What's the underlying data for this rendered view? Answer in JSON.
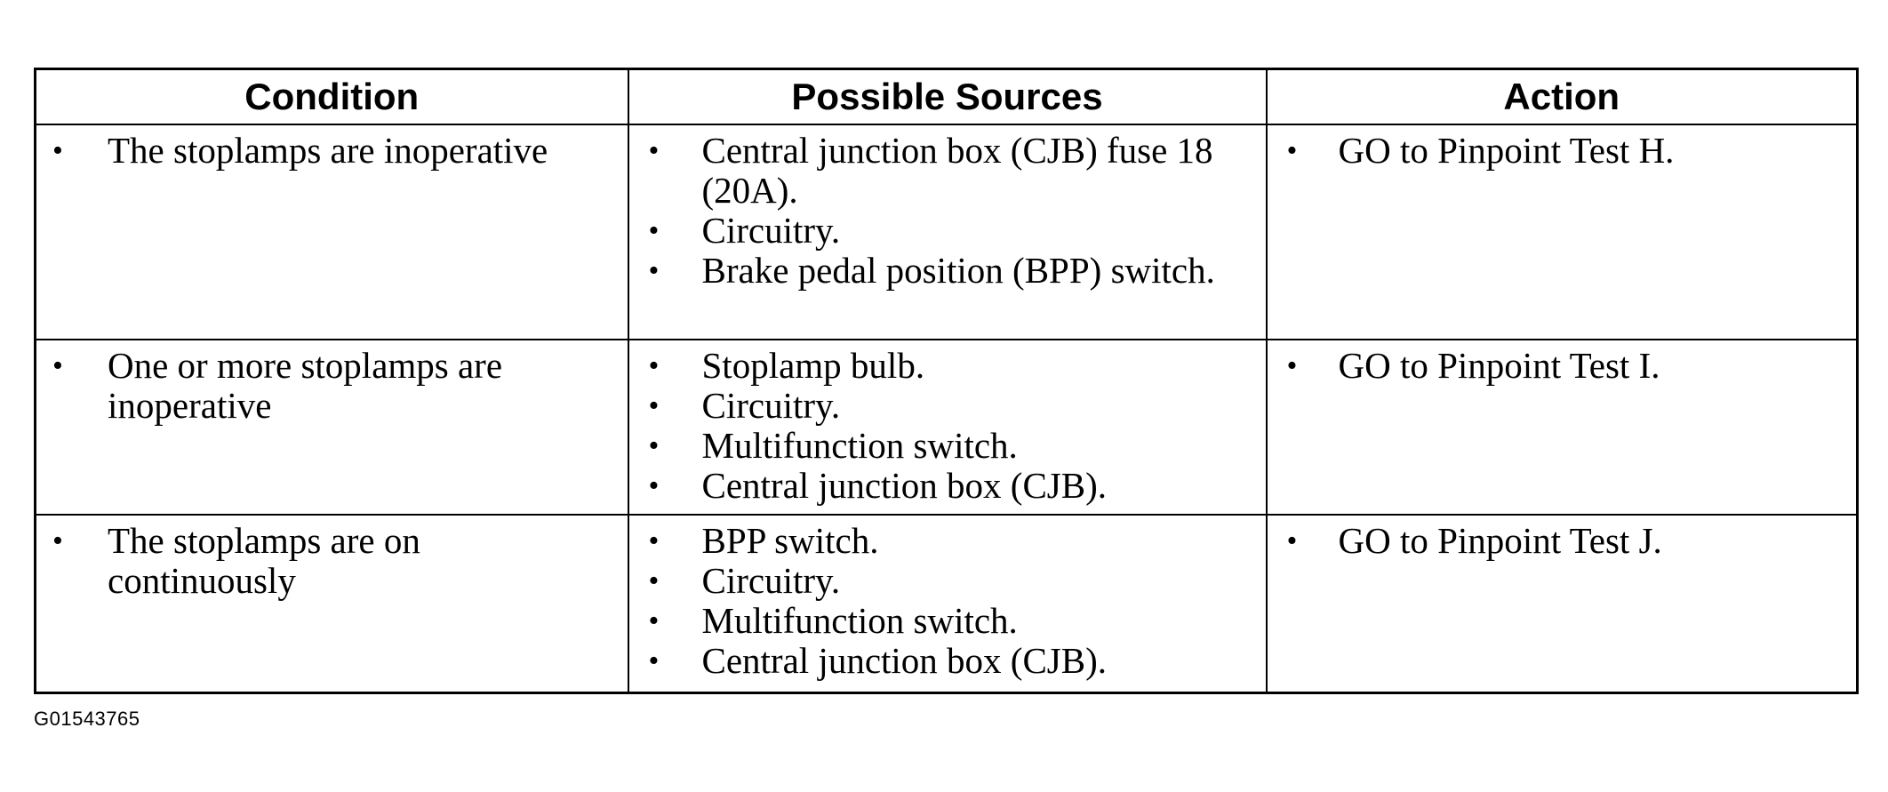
{
  "table": {
    "headers": [
      "Condition",
      "Possible Sources",
      "Action"
    ],
    "rows": [
      {
        "condition": "The stoplamps are inoperative",
        "sources": [
          "Central junction box (CJB) fuse 18 (20A).",
          "Circuitry.",
          "Brake pedal position (BPP) switch."
        ],
        "action": "GO to Pinpoint Test H."
      },
      {
        "condition": "One or more stoplamps are inoperative",
        "sources": [
          "Stoplamp bulb.",
          "Circuitry.",
          "Multifunction switch.",
          "Central junction box (CJB)."
        ],
        "action": "GO to Pinpoint Test I."
      },
      {
        "condition": "The stoplamps are on continuously",
        "sources": [
          "BPP switch.",
          "Circuitry.",
          "Multifunction switch.",
          "Central junction box (CJB)."
        ],
        "action": "GO to Pinpoint Test J."
      }
    ]
  },
  "figure_id": "G01543765",
  "bullet_glyph": "•"
}
